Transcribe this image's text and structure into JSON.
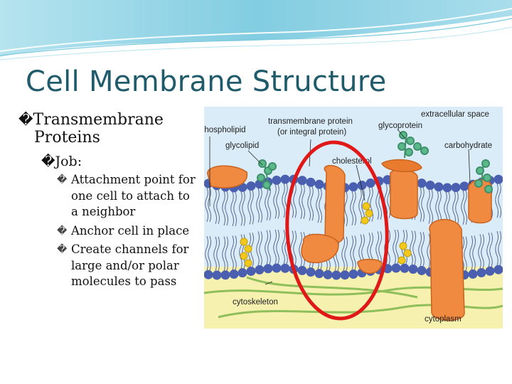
{
  "slide": {
    "title": "Cell Membrane Structure",
    "bullet_marker": "�",
    "level1": {
      "line1": "Transmembrane",
      "line2": "Proteins"
    },
    "level2": "Job:",
    "level3": [
      "Attachment point for one cell to attach to a neighbor",
      "Anchor cell in place",
      "Create channels for large and/or polar molecules to pass"
    ]
  },
  "figure": {
    "labels": {
      "extracellular": "extracellular space",
      "phospholipid": "phospholipid",
      "transmembrane1": "transmembrane protein",
      "transmembrane2": "(or integral protein)",
      "glycoprotein": "glycoprotein",
      "glycolipid": "glycolipid",
      "carbohydrate": "carbohydrate",
      "cholesterol": "cholesterol",
      "cytoskeleton": "cytoskeleton",
      "cytoplasm": "cytoplasm"
    },
    "colors": {
      "extracellular": "#d9ecf7",
      "cytoplasm": "#f7f1b0",
      "phospholipid_head": "#4a5fb0",
      "protein": "#f08a40",
      "sugar": "#5ab98a",
      "cholesterol": "#f2c81a",
      "highlight": "#e01818"
    }
  },
  "theme": {
    "title_color": "#1f5b6b",
    "accent": "#6fc7dc"
  }
}
